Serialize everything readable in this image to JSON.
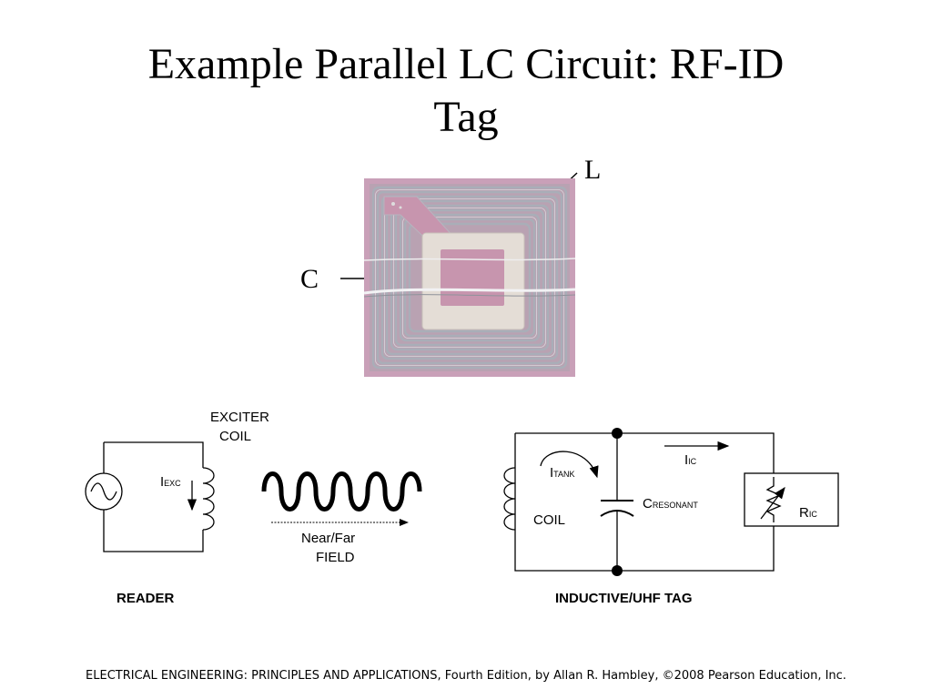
{
  "title": {
    "line1": "Example Parallel LC Circuit: RF-ID",
    "line2": "Tag"
  },
  "photo_labels": {
    "inductor": "L",
    "capacitor": "C"
  },
  "reader": {
    "coil_label_line1": "EXCITER",
    "coil_label_line2": "COIL",
    "current_main": "I",
    "current_sub": "EXC",
    "field_line1": "Near/Far",
    "field_line2": "FIELD",
    "caption": "READER"
  },
  "tag": {
    "coil_label": "COIL",
    "tank_current_main": "I",
    "tank_current_sub": "TANK",
    "cap_label_main": "C",
    "cap_label_sub": "RESONANT",
    "ic_current_main": "I",
    "ic_current_sub": "IC",
    "resistor_main": "R",
    "resistor_sub": "IC",
    "caption": "INDUCTIVE/UHF TAG"
  },
  "footer": "ELECTRICAL ENGINEERING: PRINCIPLES AND APPLICATIONS, Fourth Edition, by Allan R. Hambley, ©2008 Pearson Education, Inc.",
  "colors": {
    "tag_pink": "#c9a0b8",
    "antenna_silver": "#a9aeb8",
    "chip_pad": "#e4ddd6"
  }
}
